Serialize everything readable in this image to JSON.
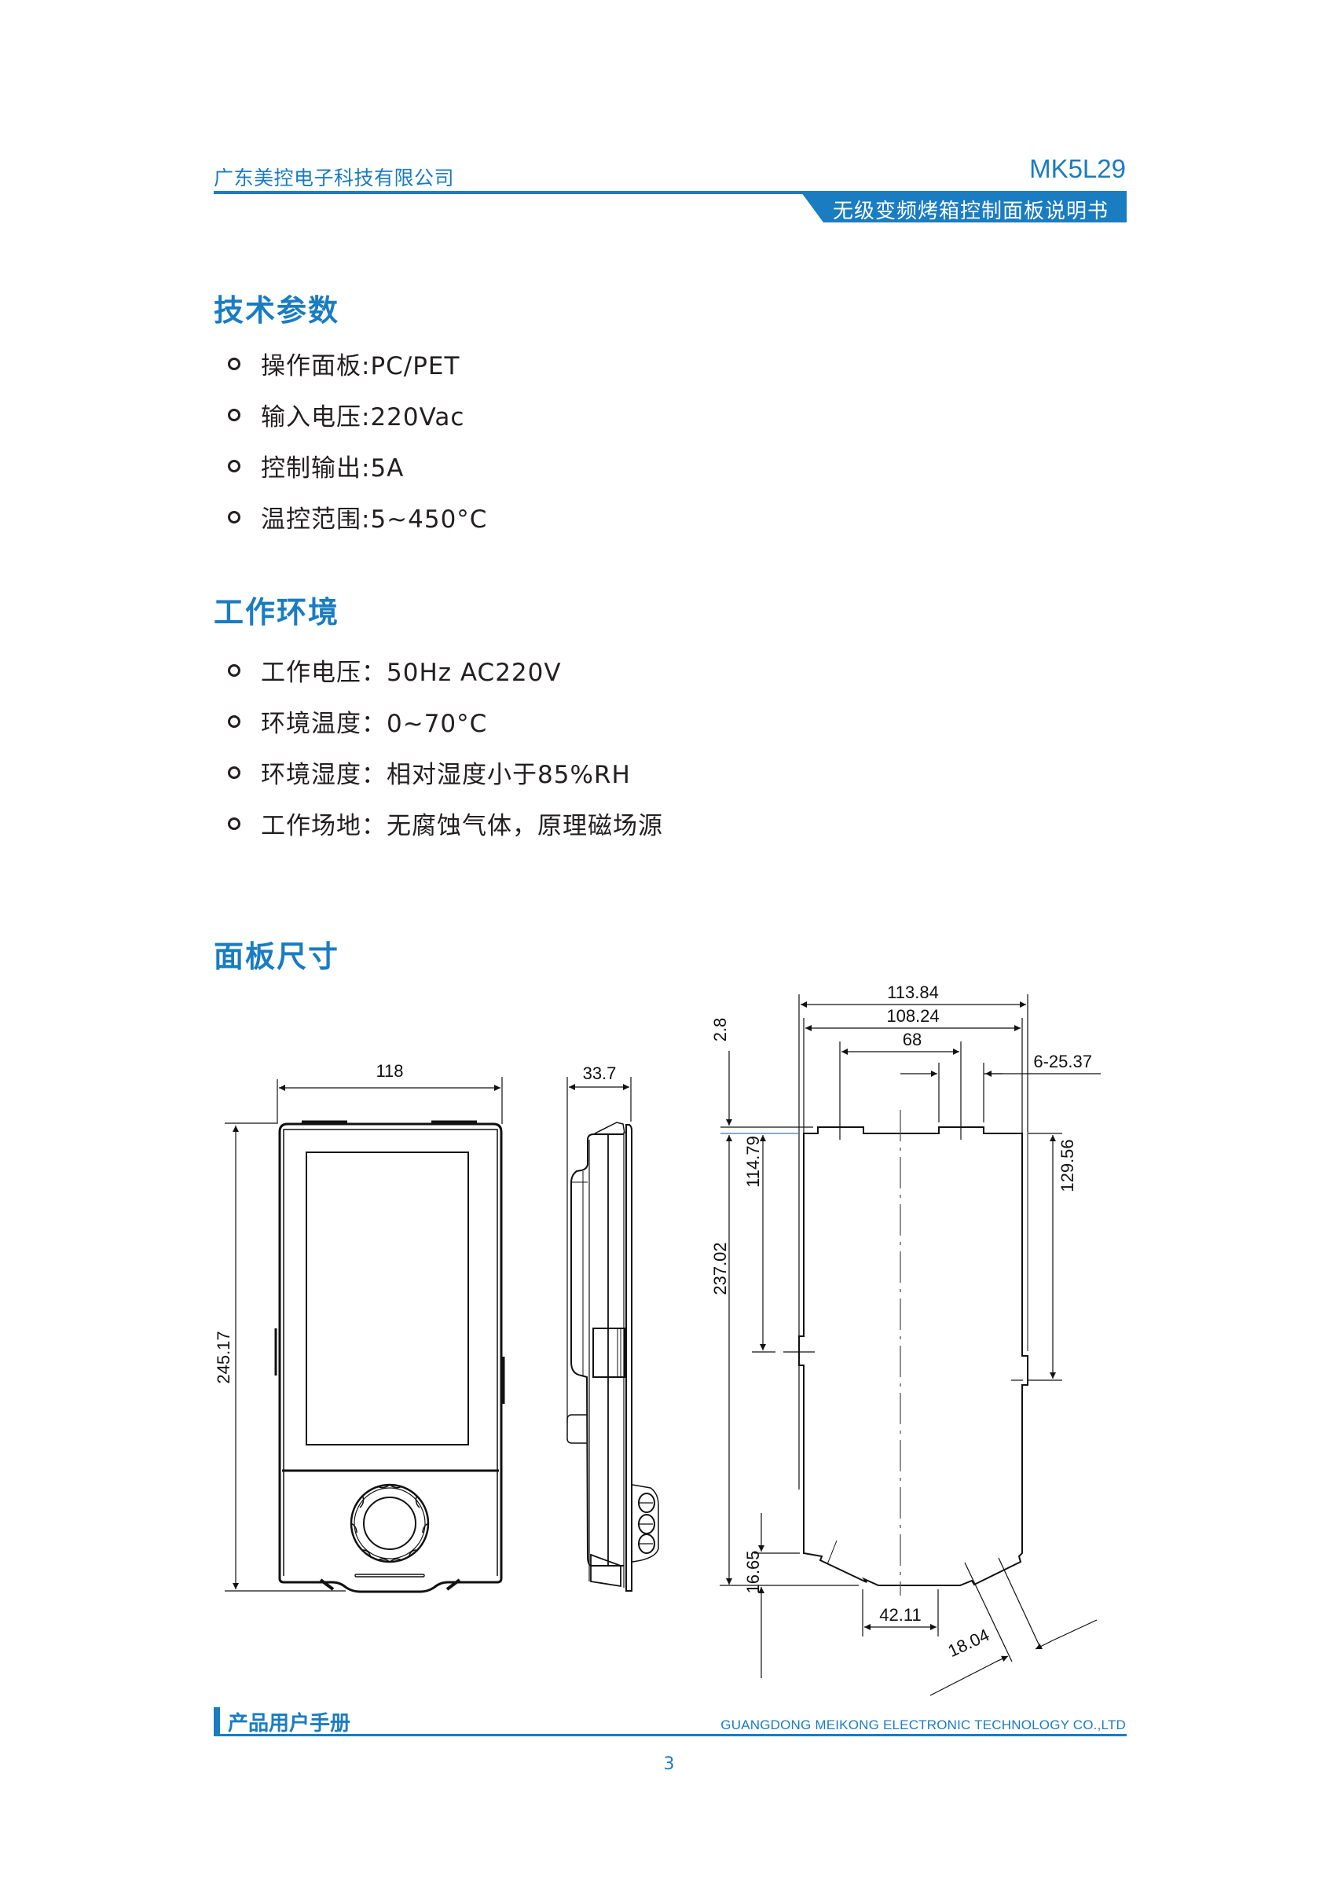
{
  "header": {
    "company": "广东美控电子科技有限公司",
    "model": "MK5L29",
    "doc_title": "无级变频烤箱控制面板说明书"
  },
  "sections": {
    "tech": {
      "title": "技术参数",
      "items": [
        {
          "label": "操作面板:PC/PET"
        },
        {
          "label": "输入电压:220Vac"
        },
        {
          "label": "控制输出:5A"
        },
        {
          "label": "温控范围:5~450°C"
        }
      ]
    },
    "env": {
      "title": "工作环境",
      "items": [
        {
          "label": "工作电压：50Hz AC220V"
        },
        {
          "label": "环境温度：0~70°C"
        },
        {
          "label": "环境湿度：相对湿度小于85%RH"
        },
        {
          "label": "工作场地：无腐蚀气体，原理磁场源"
        }
      ]
    },
    "dims": {
      "title": "面板尺寸",
      "front": {
        "width": "118",
        "height": "245.17"
      },
      "side": {
        "depth": "33.7"
      },
      "cutout": {
        "w_outer": "113.84",
        "w_inner": "108.24",
        "w_tabs": "68",
        "tabs": "6-25.37",
        "top_step": "2.8",
        "left_notch": "114.79",
        "height": "237.02",
        "right_notch": "129.56",
        "bottom_chamfer_h": "16.65",
        "bottom_flat": "42.11",
        "chamfer_len": "18.04"
      }
    }
  },
  "footer": {
    "manual_label": "产品用户手册",
    "company_en": "GUANGDONG MEIKONG ELECTRONIC TECHNOLOGY CO.,LTD",
    "page": "3"
  },
  "colors": {
    "brand_blue": "#1a7cc1",
    "text": "#231f20"
  }
}
